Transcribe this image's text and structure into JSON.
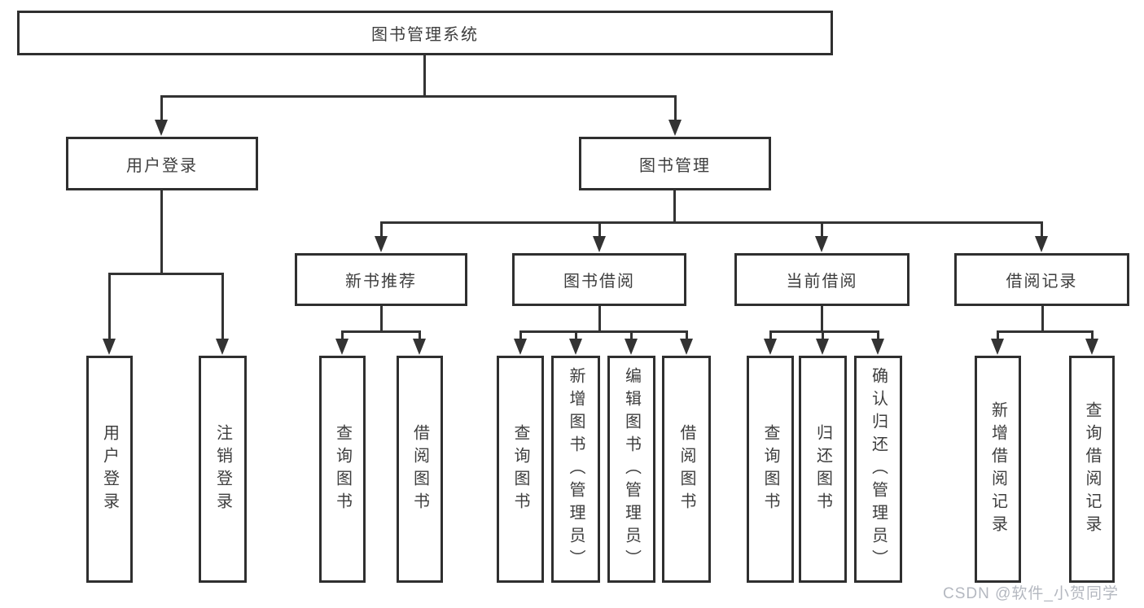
{
  "tree": {
    "label": "图书管理系统",
    "children": [
      {
        "label": "用户登录",
        "children": [
          {
            "label": "用户登录"
          },
          {
            "label": "注销登录"
          }
        ]
      },
      {
        "label": "图书管理",
        "children": [
          {
            "label": "新书推荐",
            "children": [
              {
                "label": "查询图书"
              },
              {
                "label": "借阅图书"
              }
            ]
          },
          {
            "label": "图书借阅",
            "children": [
              {
                "label": "查询图书"
              },
              {
                "label": "新增图书（管理员）"
              },
              {
                "label": "编辑图书（管理员）"
              },
              {
                "label": "借阅图书"
              }
            ]
          },
          {
            "label": "当前借阅",
            "children": [
              {
                "label": "查询图书"
              },
              {
                "label": "归还图书"
              },
              {
                "label": "确认归还（管理员）"
              }
            ]
          },
          {
            "label": "借阅记录",
            "children": [
              {
                "label": "新增借阅记录"
              },
              {
                "label": "查询借阅记录"
              }
            ]
          }
        ]
      }
    ]
  },
  "watermark": {
    "text": "CSDN @软件_小贺同学"
  },
  "colors": {
    "line": "#333333",
    "box_border": "#2f2f2f",
    "text": "#3e3e3e",
    "watermark": "#b4b8c0",
    "background": "#ffffff"
  }
}
